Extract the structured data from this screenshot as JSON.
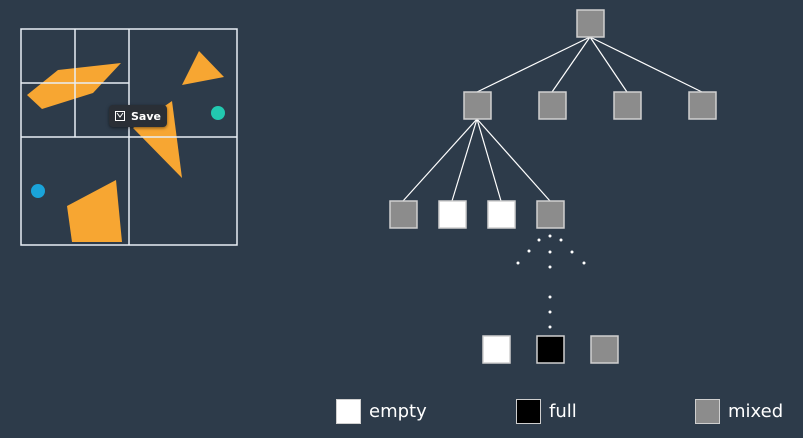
{
  "colors": {
    "background": "#2d3b4a",
    "grid": "#e8eef5",
    "polygon": "#f7a632",
    "point_blue": "#1aa3d9",
    "point_teal": "#22c9b0",
    "empty": "#ffffff",
    "full": "#000000",
    "mixed": "#8c8c8c",
    "node_border": "#d0d0d0",
    "edge": "#ffffff"
  },
  "toolbar": {
    "save_label": "Save",
    "save_icon": "save-icon"
  },
  "legend": [
    {
      "key": "empty",
      "label": "empty"
    },
    {
      "key": "full",
      "label": "full"
    },
    {
      "key": "mixed",
      "label": "mixed"
    }
  ],
  "tree": {
    "levels": [
      [
        "mixed"
      ],
      [
        "mixed",
        "mixed",
        "mixed",
        "mixed"
      ],
      [
        "mixed",
        "empty",
        "empty",
        "mixed"
      ],
      [
        "empty",
        "full",
        "mixed"
      ]
    ]
  }
}
